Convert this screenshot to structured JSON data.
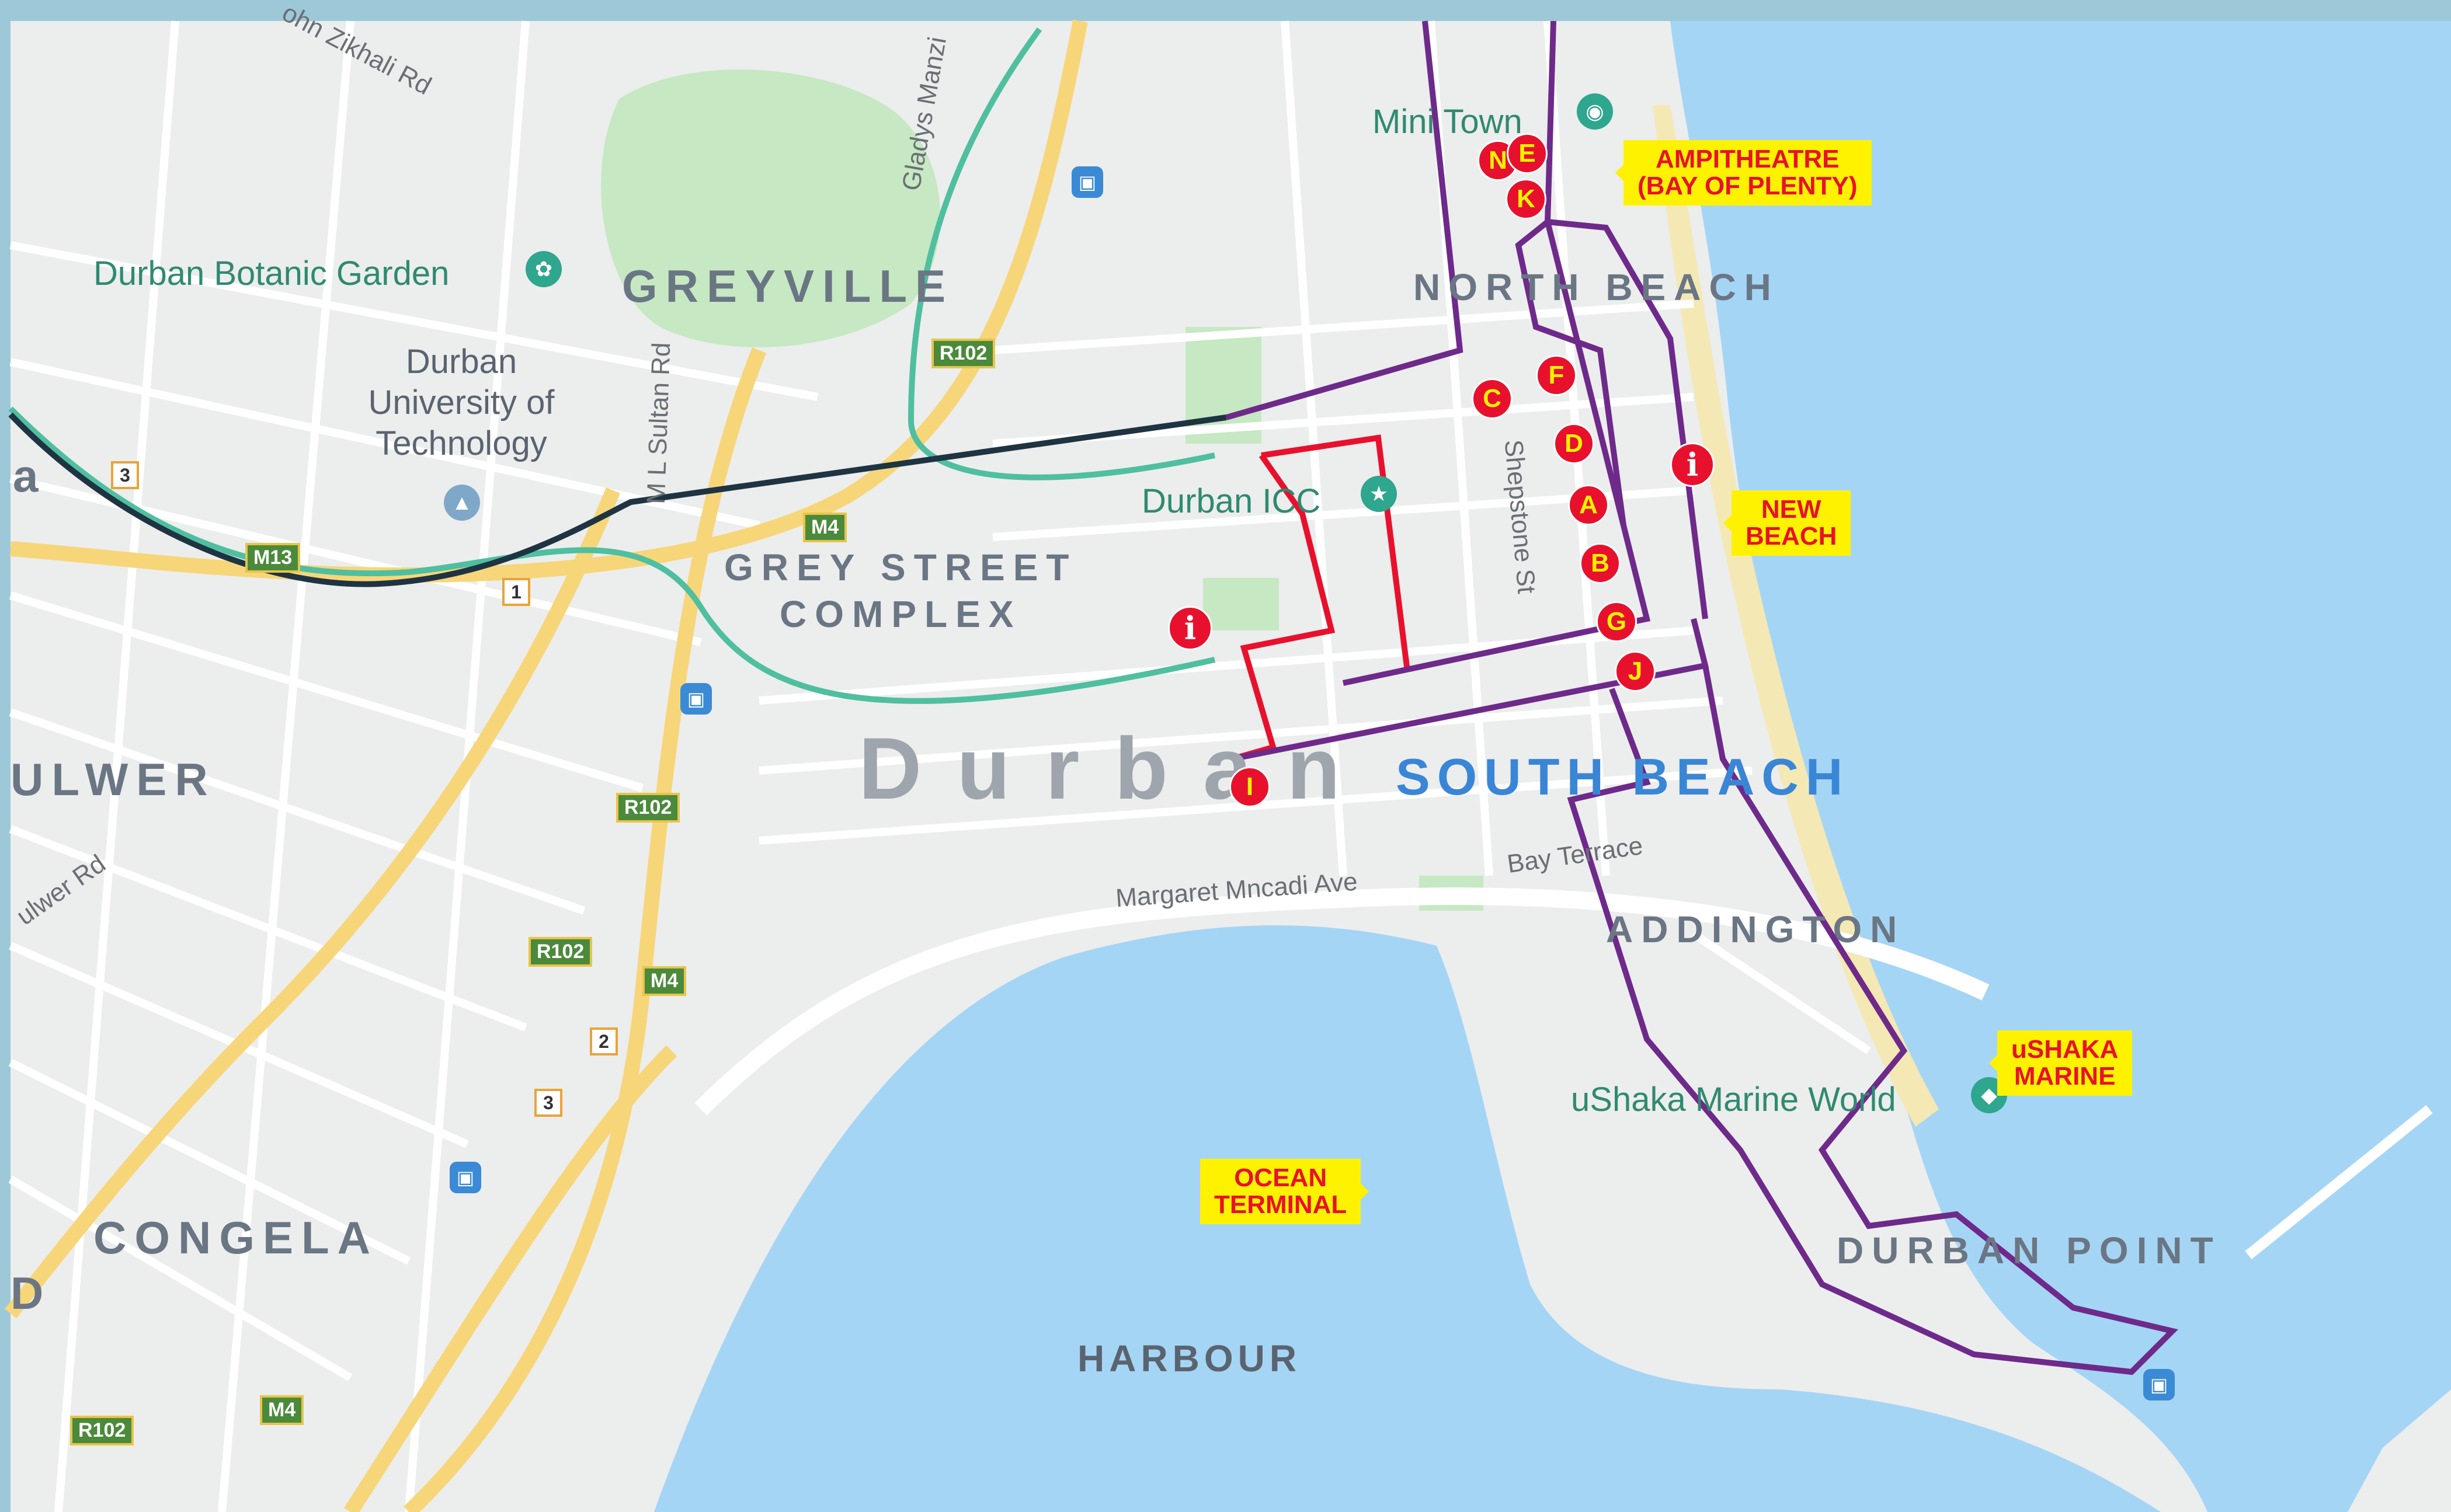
{
  "areas": {
    "greyville": "GREYVILLE",
    "north_beach": "NORTH BEACH",
    "grey_street_1": "GREY STREET",
    "grey_street_2": "COMPLEX",
    "south_beach": "SOUTH BEACH",
    "addington": "ADDINGTON",
    "durban_point": "DURBAN POINT",
    "congela": "CONGELA",
    "bulwer": "ULWER",
    "city": "Durban",
    "harbour": "HARBOUR",
    "edge_a": "a",
    "edge_d": "D"
  },
  "places": {
    "botanic_garden": "Durban Botanic Garden",
    "university_1": "Durban",
    "university_2": "University of",
    "university_3": "Technology",
    "mini_town": "Mini Town",
    "durban_icc": "Durban ICC",
    "ushaka": "uShaka Marine World"
  },
  "streets": {
    "zikhali": "ohn Zikhali Rd",
    "gladys": "Gladys Manzi",
    "sultan": "M L Sultan Rd",
    "shepstone": "Shepstone St",
    "mncadi": "Margaret Mncadi Ave",
    "bay_terrace": "Bay Terrace",
    "bulwer_rd": "ulwer Rd"
  },
  "shields": {
    "r102_a": "R102",
    "r102_b": "R102",
    "r102_c": "R102",
    "r102_d": "R102",
    "m4_a": "M4",
    "m4_b": "M4",
    "m4_c": "M4",
    "m13": "M13",
    "n3_a": "3",
    "n1": "1",
    "n2": "2",
    "n3_b": "3"
  },
  "callouts": {
    "ampitheatre_1": "AMPITHEATRE",
    "ampitheatre_2": "(BAY OF PLENTY)",
    "new_beach_1": "NEW",
    "new_beach_2": "BEACH",
    "ushaka_1": "uSHAKA",
    "ushaka_2": "MARINE",
    "ocean_1": "OCEAN",
    "ocean_2": "TERMINAL"
  },
  "stops": {
    "n": "N",
    "e": "E",
    "k": "K",
    "f": "F",
    "c": "C",
    "d": "D",
    "a": "A",
    "b": "B",
    "g": "G",
    "j": "J",
    "i": "I"
  },
  "info_symbol": "i",
  "colors": {
    "water": "#a5d5f5",
    "land": "#eceded",
    "park": "#c6e8c2",
    "purple_route": "#6e2a8a",
    "red_route": "#e8112d",
    "teal_route": "#4fbf9f",
    "navy_route": "#1e3442",
    "callout_bg": "#fff200",
    "callout_text": "#e8112d"
  },
  "icons": {
    "poi": "flower-icon",
    "info": "info-icon",
    "transit": "train-icon",
    "camera": "camera-icon",
    "university": "graduation-icon"
  }
}
